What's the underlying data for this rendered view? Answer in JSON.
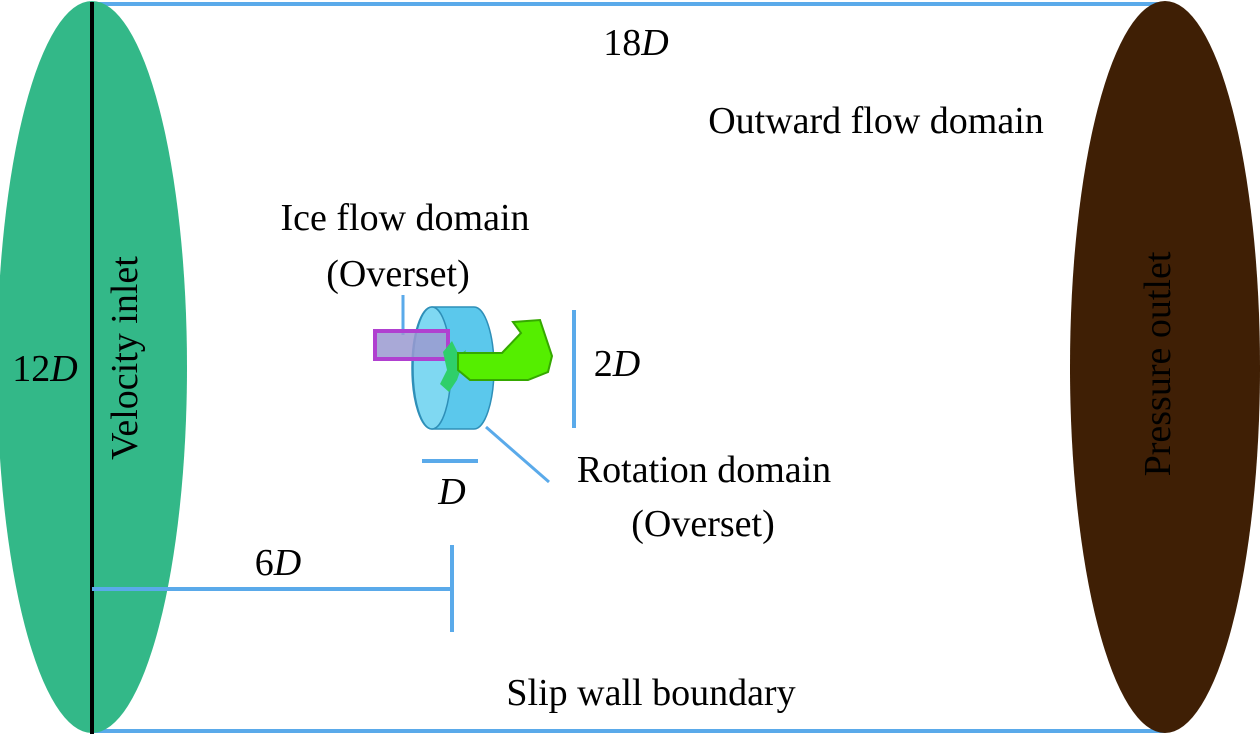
{
  "labels": {
    "length": {
      "num": "18",
      "sym": "D"
    },
    "height": {
      "num": "12",
      "sym": "D"
    },
    "outward": "Outward flow domain",
    "ice_line1": "Ice flow domain",
    "ice_line2": "(Overset)",
    "rot_line1": "Rotation domain",
    "rot_line2": "(Overset)",
    "inlet": "Velocity inlet",
    "outlet": "Pressure outlet",
    "slip": "Slip wall boundary",
    "diameter": {
      "num": "2",
      "sym": "D"
    },
    "width": {
      "num": "",
      "sym": "D"
    },
    "distance": {
      "num": "6",
      "sym": "D"
    }
  },
  "colors": {
    "inlet": "#33b888",
    "outlet": "#3f1f05",
    "boundary_line": "#5aaaea",
    "rotation_domain": "#5bc8ec",
    "ice_domain": "#b040d0",
    "pod": "#55ee00",
    "axis": "#000000"
  }
}
